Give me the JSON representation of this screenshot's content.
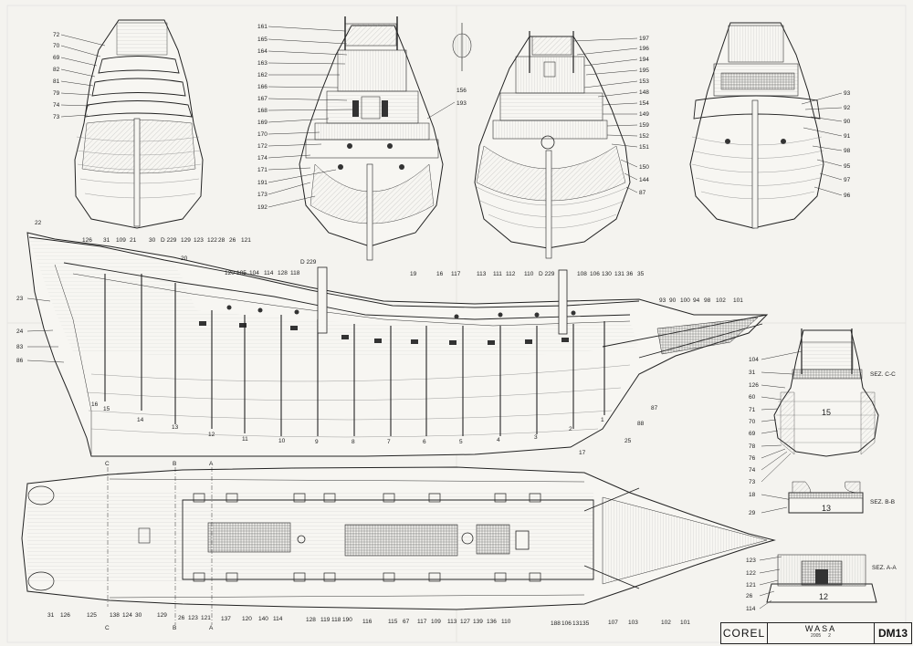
{
  "sheet": {
    "title_block": {
      "brand": "COREL",
      "model": "WASA",
      "year": "2005",
      "sheet_number": "2",
      "code": "DM13"
    },
    "sections": {
      "cc": "SEZ. C-C",
      "bb": "SEZ. B-B",
      "aa": "SEZ. A-A"
    },
    "plan_markers": {
      "c": "C",
      "b": "B",
      "a": "A"
    },
    "view_stern_left": [
      "72",
      "70",
      "69",
      "82",
      "81",
      "79",
      "74",
      "73"
    ],
    "view_stern_center_left": [
      "161",
      "165",
      "164",
      "163",
      "162",
      "166",
      "167",
      "168",
      "169",
      "170",
      "172",
      "174",
      "171",
      "191",
      "173",
      "192"
    ],
    "view_stern_center_right": [
      "197",
      "196",
      "194",
      "195",
      "153",
      "148",
      "154",
      "149",
      "159",
      "152",
      "151",
      "150",
      "144",
      "87"
    ],
    "view_stern_labels_mid": [
      "156",
      "193"
    ],
    "view_bow_right": [
      "93",
      "92",
      "90",
      "91",
      "98",
      "95",
      "97",
      "96"
    ],
    "profile_top": [
      "22",
      "126",
      "31",
      "109",
      "21",
      "30",
      "D 229",
      "129",
      "123",
      "122",
      "28",
      "26",
      "121"
    ],
    "profile_top2": [
      "20",
      "120",
      "105",
      "104",
      "114",
      "128",
      "118",
      "D 229",
      "19",
      "16",
      "117",
      "113",
      "111",
      "112",
      "110",
      "D 229",
      "108",
      "106",
      "130",
      "131",
      "36",
      "35"
    ],
    "profile_bow": [
      "93",
      "90",
      "100",
      "94",
      "98",
      "102",
      "101"
    ],
    "profile_left": [
      "23",
      "24",
      "83",
      "86"
    ],
    "profile_bottom": [
      "16",
      "15",
      "14",
      "13",
      "12",
      "11",
      "10",
      "9",
      "8",
      "7",
      "6",
      "5",
      "4",
      "3",
      "2",
      "1",
      "17",
      "25",
      "88",
      "87"
    ],
    "deck_bottom": [
      "31",
      "126",
      "125",
      "C",
      "138",
      "124",
      "30",
      "129",
      "B",
      "26",
      "123",
      "121",
      "A",
      "137",
      "120",
      "140",
      "114",
      "128",
      "119",
      "118",
      "190",
      "116",
      "115",
      "67",
      "117",
      "109",
      "113",
      "127",
      "139",
      "136",
      "110",
      "188",
      "106",
      "131",
      "35",
      "107",
      "103",
      "102",
      "101"
    ],
    "section_cc": [
      "104",
      "31",
      "126",
      "60",
      "71",
      "70",
      "69",
      "78",
      "76",
      "74",
      "73",
      "18",
      "29",
      "15"
    ],
    "section_bb": [
      "13"
    ],
    "section_aa": [
      "123",
      "122",
      "121",
      "26",
      "114",
      "12"
    ]
  }
}
